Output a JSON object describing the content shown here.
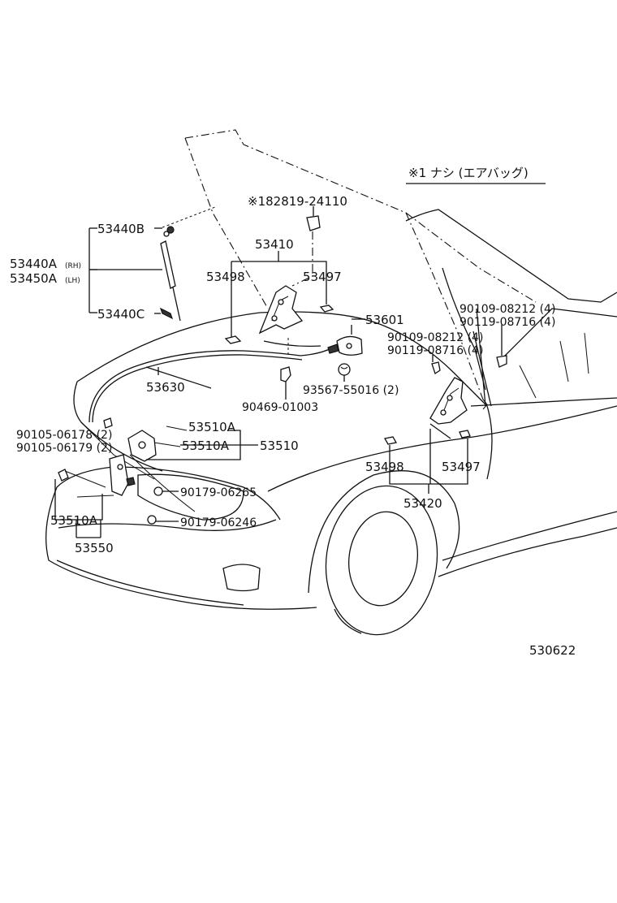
{
  "note": {
    "text": "※1 ナシ (エアバッグ)"
  },
  "catalog_number": "530622",
  "callouts": [
    {
      "id": "c1",
      "text": "53440B"
    },
    {
      "id": "c2",
      "text": "53440A"
    },
    {
      "id": "c2s",
      "text": "(RH)"
    },
    {
      "id": "c3",
      "text": "53450A"
    },
    {
      "id": "c3s",
      "text": "(LH)"
    },
    {
      "id": "c4",
      "text": "53440C"
    },
    {
      "id": "c5",
      "text": "※182819-24110"
    },
    {
      "id": "c6",
      "text": "53410"
    },
    {
      "id": "c7",
      "text": "53498"
    },
    {
      "id": "c8",
      "text": "53497"
    },
    {
      "id": "c9",
      "text": "53601"
    },
    {
      "id": "c10",
      "text": "90109-08212 (4)"
    },
    {
      "id": "c11",
      "text": "90119-08716 (4)"
    },
    {
      "id": "c12",
      "text": "90109-08212 (4)"
    },
    {
      "id": "c13",
      "text": "90119-08716 (4)"
    },
    {
      "id": "c14",
      "text": "53630"
    },
    {
      "id": "c15",
      "text": "93567-55016 (2)"
    },
    {
      "id": "c16",
      "text": "90469-01003"
    },
    {
      "id": "c17",
      "text": "53510A"
    },
    {
      "id": "c18",
      "text": "53510A"
    },
    {
      "id": "c19",
      "text": "53510"
    },
    {
      "id": "c20",
      "text": "90105-06178 (2)"
    },
    {
      "id": "c21",
      "text": "90105-06179 (2)"
    },
    {
      "id": "c22",
      "text": "90179-06265"
    },
    {
      "id": "c23",
      "text": "90179-06246"
    },
    {
      "id": "c24",
      "text": "53510A"
    },
    {
      "id": "c25",
      "text": "53550"
    },
    {
      "id": "c26",
      "text": "53498"
    },
    {
      "id": "c27",
      "text": "53497"
    },
    {
      "id": "c28",
      "text": "53420"
    }
  ]
}
